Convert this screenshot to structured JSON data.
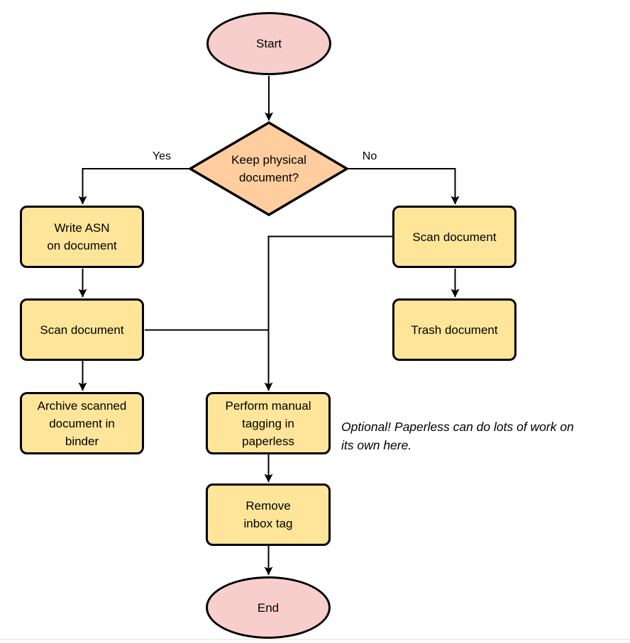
{
  "diagram": {
    "nodes": {
      "start": {
        "label": "Start"
      },
      "decision": {
        "label": "Keep physical\ndocument?"
      },
      "write_asn": {
        "label": "Write ASN\non document"
      },
      "scan_left": {
        "label": "Scan document"
      },
      "archive": {
        "label": "Archive scanned\ndocument in\nbinder"
      },
      "scan_right": {
        "label": "Scan document"
      },
      "trash": {
        "label": "Trash document"
      },
      "tagging": {
        "label": "Perform manual\ntagging in\npaperless"
      },
      "remove_inbox": {
        "label": "Remove\ninbox tag"
      },
      "end": {
        "label": "End"
      }
    },
    "edge_labels": {
      "yes": "Yes",
      "no": "No"
    },
    "note": "Optional! Paperless can do lots of work on\nits own here.",
    "colors": {
      "terminator_fill": "#f8cecc",
      "decision_fill": "#ffcd9e",
      "process_fill": "#ffe599",
      "stroke": "#000000",
      "bottom_rule": "#f2f0e9"
    }
  }
}
